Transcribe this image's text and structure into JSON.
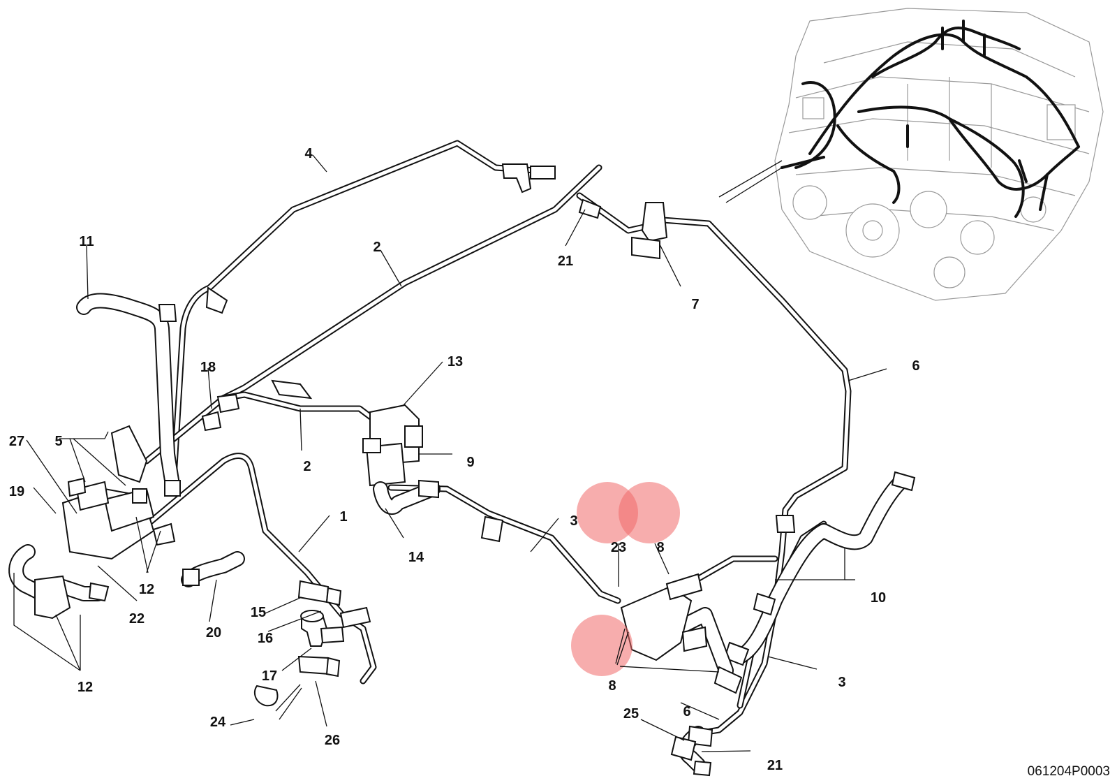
{
  "diagram": {
    "drawing_number": "061204P0003",
    "callouts": [
      {
        "id": "c1",
        "label": "1"
      },
      {
        "id": "c2a",
        "label": "2"
      },
      {
        "id": "c2b",
        "label": "2"
      },
      {
        "id": "c3a",
        "label": "3"
      },
      {
        "id": "c3b",
        "label": "3"
      },
      {
        "id": "c4",
        "label": "4"
      },
      {
        "id": "c5",
        "label": "5"
      },
      {
        "id": "c6a",
        "label": "6"
      },
      {
        "id": "c6b",
        "label": "6"
      },
      {
        "id": "c7",
        "label": "7"
      },
      {
        "id": "c8a",
        "label": "8"
      },
      {
        "id": "c8b",
        "label": "8"
      },
      {
        "id": "c9",
        "label": "9"
      },
      {
        "id": "c10",
        "label": "10"
      },
      {
        "id": "c11",
        "label": "11"
      },
      {
        "id": "c12a",
        "label": "12"
      },
      {
        "id": "c12b",
        "label": "12"
      },
      {
        "id": "c13",
        "label": "13"
      },
      {
        "id": "c14",
        "label": "14"
      },
      {
        "id": "c15",
        "label": "15"
      },
      {
        "id": "c16",
        "label": "16"
      },
      {
        "id": "c17",
        "label": "17"
      },
      {
        "id": "c18",
        "label": "18"
      },
      {
        "id": "c19",
        "label": "19"
      },
      {
        "id": "c20",
        "label": "20"
      },
      {
        "id": "c21a",
        "label": "21"
      },
      {
        "id": "c21b",
        "label": "21"
      },
      {
        "id": "c22",
        "label": "22"
      },
      {
        "id": "c23",
        "label": "23"
      },
      {
        "id": "c24",
        "label": "24"
      },
      {
        "id": "c25",
        "label": "25"
      },
      {
        "id": "c26",
        "label": "26"
      },
      {
        "id": "c27",
        "label": "27"
      }
    ],
    "highlight_color": "#f06a6a"
  }
}
